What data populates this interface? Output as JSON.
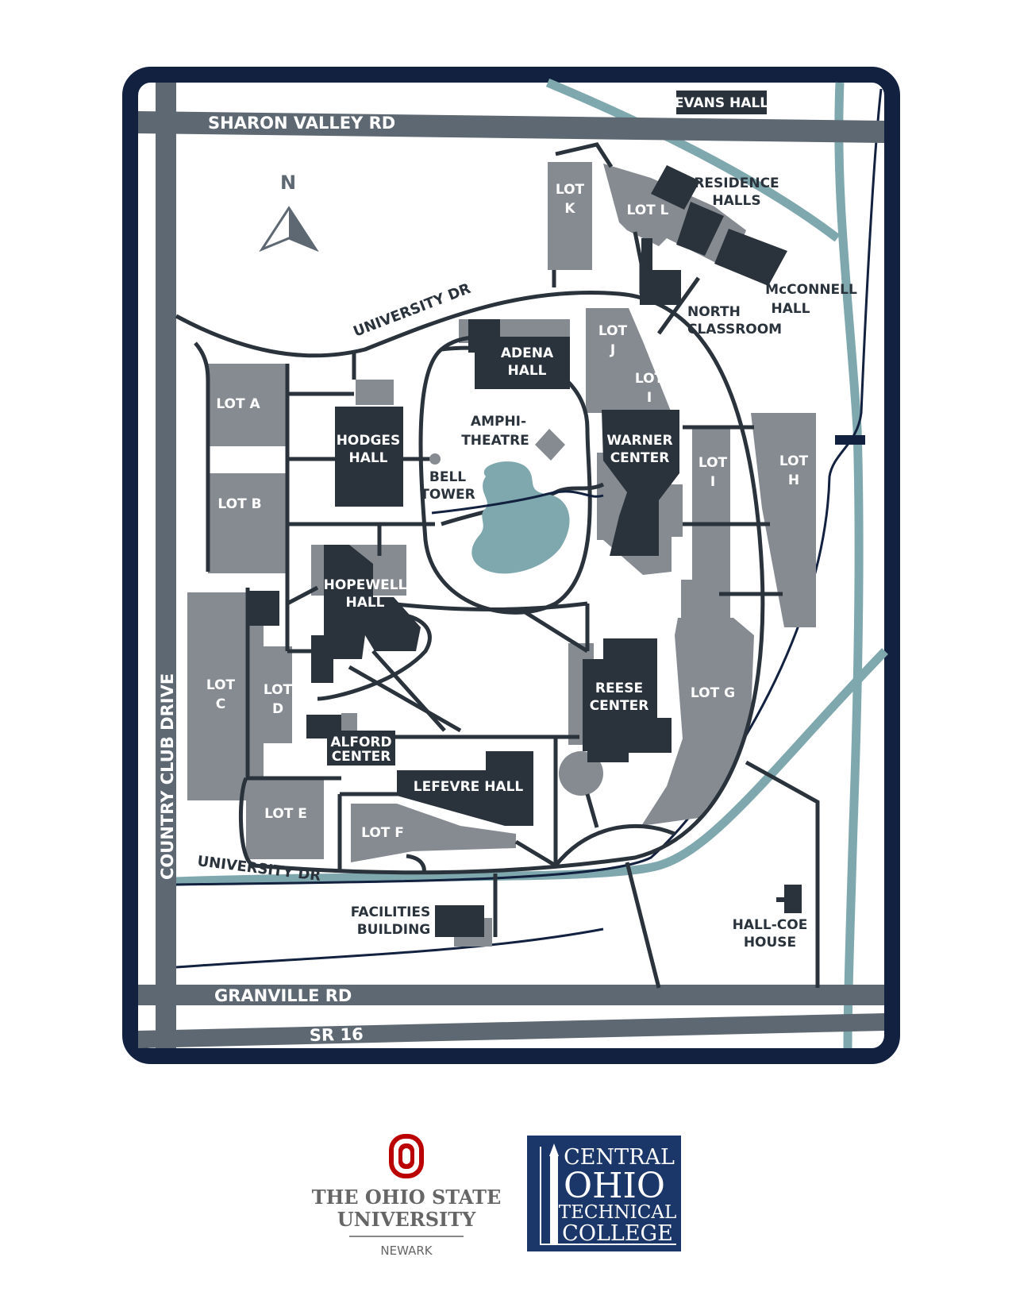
{
  "roads": {
    "sharon_valley": "SHARON VALLEY RD",
    "country_club": "COUNTRY CLUB DRIVE",
    "granville": "GRANVILLE RD",
    "sr16": "SR 16",
    "university_top": "UNIVERSITY DR",
    "university_bottom": "UNIVERSITY DR"
  },
  "north": "N",
  "buildings": {
    "evans": "EVANS HALL",
    "residence_1": "RESIDENCE",
    "residence_2": "HALLS",
    "mcconnell_1": "McCONNELL",
    "mcconnell_2": "HALL",
    "north_classroom_1": "NORTH",
    "north_classroom_2": "CLASSROOM",
    "adena_1": "ADENA",
    "adena_2": "HALL",
    "hodges_1": "HODGES",
    "hodges_2": "HALL",
    "amphi_1": "AMPHI-",
    "amphi_2": "THEATRE",
    "bell_1": "BELL",
    "bell_2": "TOWER",
    "warner_1": "WARNER",
    "warner_2": "CENTER",
    "hopewell_1": "HOPEWELL",
    "hopewell_2": "HALL",
    "reese_1": "REESE",
    "reese_2": "CENTER",
    "alford_1": "ALFORD",
    "alford_2": "CENTER",
    "lefevre": "LEFEVRE HALL",
    "facilities_1": "FACILITIES",
    "facilities_2": "BUILDING",
    "hallcoe_1": "HALL-COE",
    "hallcoe_2": "HOUSE"
  },
  "lots": {
    "a": "LOT A",
    "b": "LOT B",
    "c_1": "LOT",
    "c_2": "C",
    "d_1": "LOT",
    "d_2": "D",
    "e": "LOT E",
    "f": "LOT F",
    "g": "LOT G",
    "h_1": "LOT",
    "h_2": "H",
    "i_1": "LOT",
    "i_2": "I",
    "i2_1": "LOT",
    "i2_2": "I",
    "j_1": "LOT",
    "j_2": "J",
    "k_1": "LOT",
    "k_2": "K",
    "l": "LOT L"
  },
  "logos": {
    "osu_line1": "THE OHIO STATE",
    "osu_line2": "UNIVERSITY",
    "osu_line3": "NEWARK",
    "cotc_line1": "CENTRAL",
    "cotc_line2": "OHIO",
    "cotc_line3": "TECHNICAL",
    "cotc_line4": "COLLEGE"
  },
  "colors": {
    "frame": "#11213f",
    "road": "#5d6872",
    "building": "#2a333b",
    "lot": "#868b91",
    "water": "#7ea8ad",
    "osu_red": "#bb0000",
    "cotc_blue": "#1b3668"
  }
}
